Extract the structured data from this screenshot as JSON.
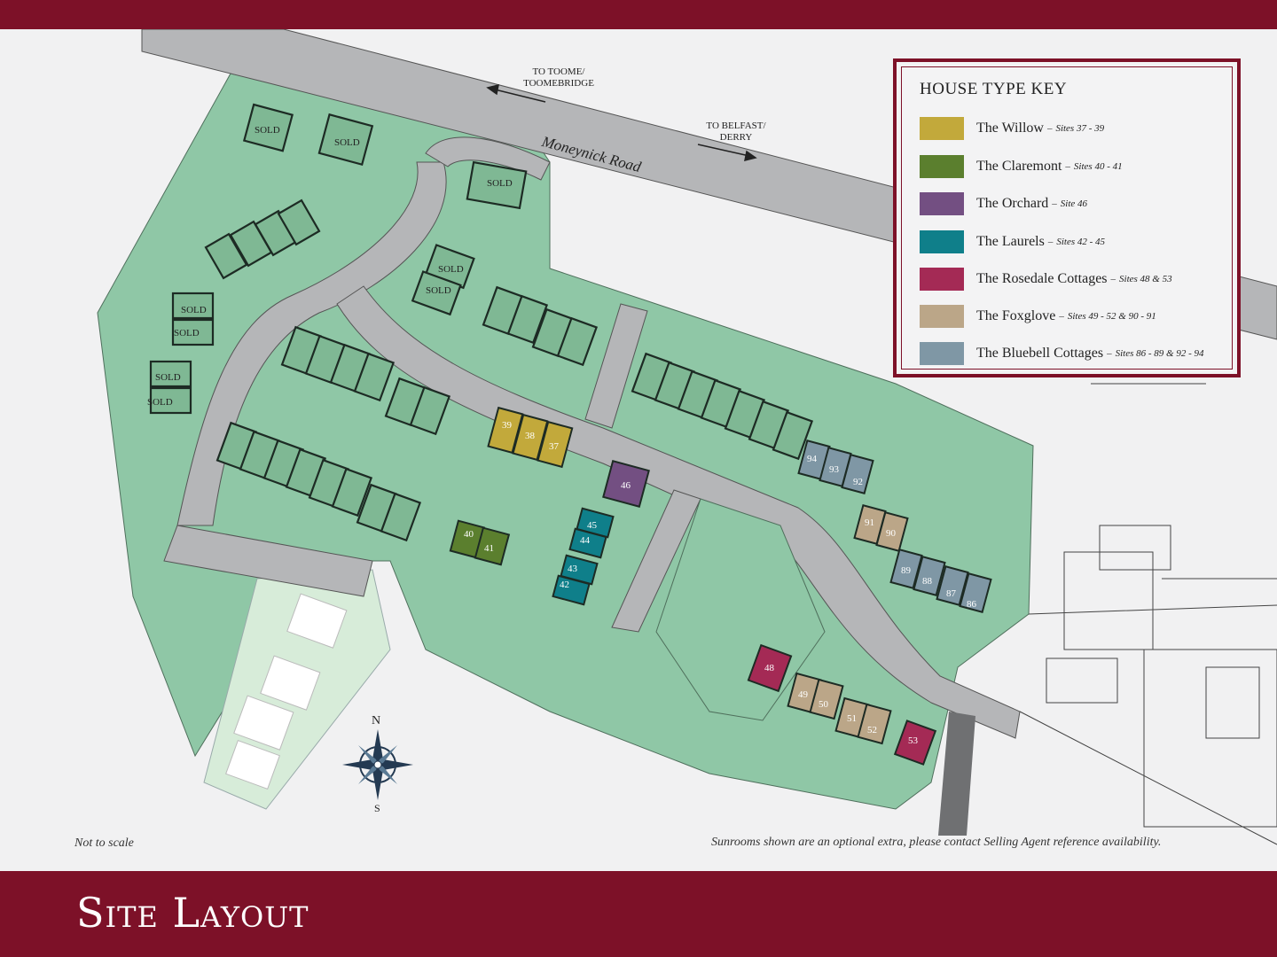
{
  "title": "Site Layout",
  "key": {
    "heading": "HOUSE TYPE KEY",
    "items": [
      {
        "name": "The Willow",
        "sites": "Sites 37 - 39",
        "color": "#c2a93b"
      },
      {
        "name": "The Claremont",
        "sites": "Sites 40 - 41",
        "color": "#5b7f2e"
      },
      {
        "name": "The Orchard",
        "sites": "Site 46",
        "color": "#734f82"
      },
      {
        "name": "The Laurels",
        "sites": "Sites 42 - 45",
        "color": "#0f7f8a"
      },
      {
        "name": "The Rosedale Cottages",
        "sites": "Sites 48 & 53",
        "color": "#a42a55"
      },
      {
        "name": "The Foxglove",
        "sites": "Sites 49 - 52 & 90 - 91",
        "color": "#bba688"
      },
      {
        "name": "The Bluebell Cottages",
        "sites": "Sites 86 - 89 & 92 - 94",
        "color": "#7f97a5"
      }
    ]
  },
  "labels": {
    "toome": "TO TOOME/ TOOMEBRIDGE",
    "belfast": "TO BELFAST/ DERRY",
    "road": "Moneynick Road",
    "north": "N",
    "south": "S",
    "scale": "Not to scale",
    "sunroom": "Sunrooms shown are an optional extra, please contact Selling Agent reference availability."
  },
  "colors": {
    "brand": "#7d1128",
    "green": "#8dc6a5",
    "road": "#b7b8ba",
    "sold": "#83bb98"
  },
  "plots": {
    "sold_label": "SOLD",
    "numbers": [
      "39",
      "38",
      "37",
      "46",
      "40",
      "41",
      "45",
      "44",
      "43",
      "42",
      "94",
      "93",
      "92",
      "91",
      "90",
      "89",
      "88",
      "87",
      "86",
      "48",
      "49",
      "50",
      "51",
      "52",
      "53"
    ]
  }
}
